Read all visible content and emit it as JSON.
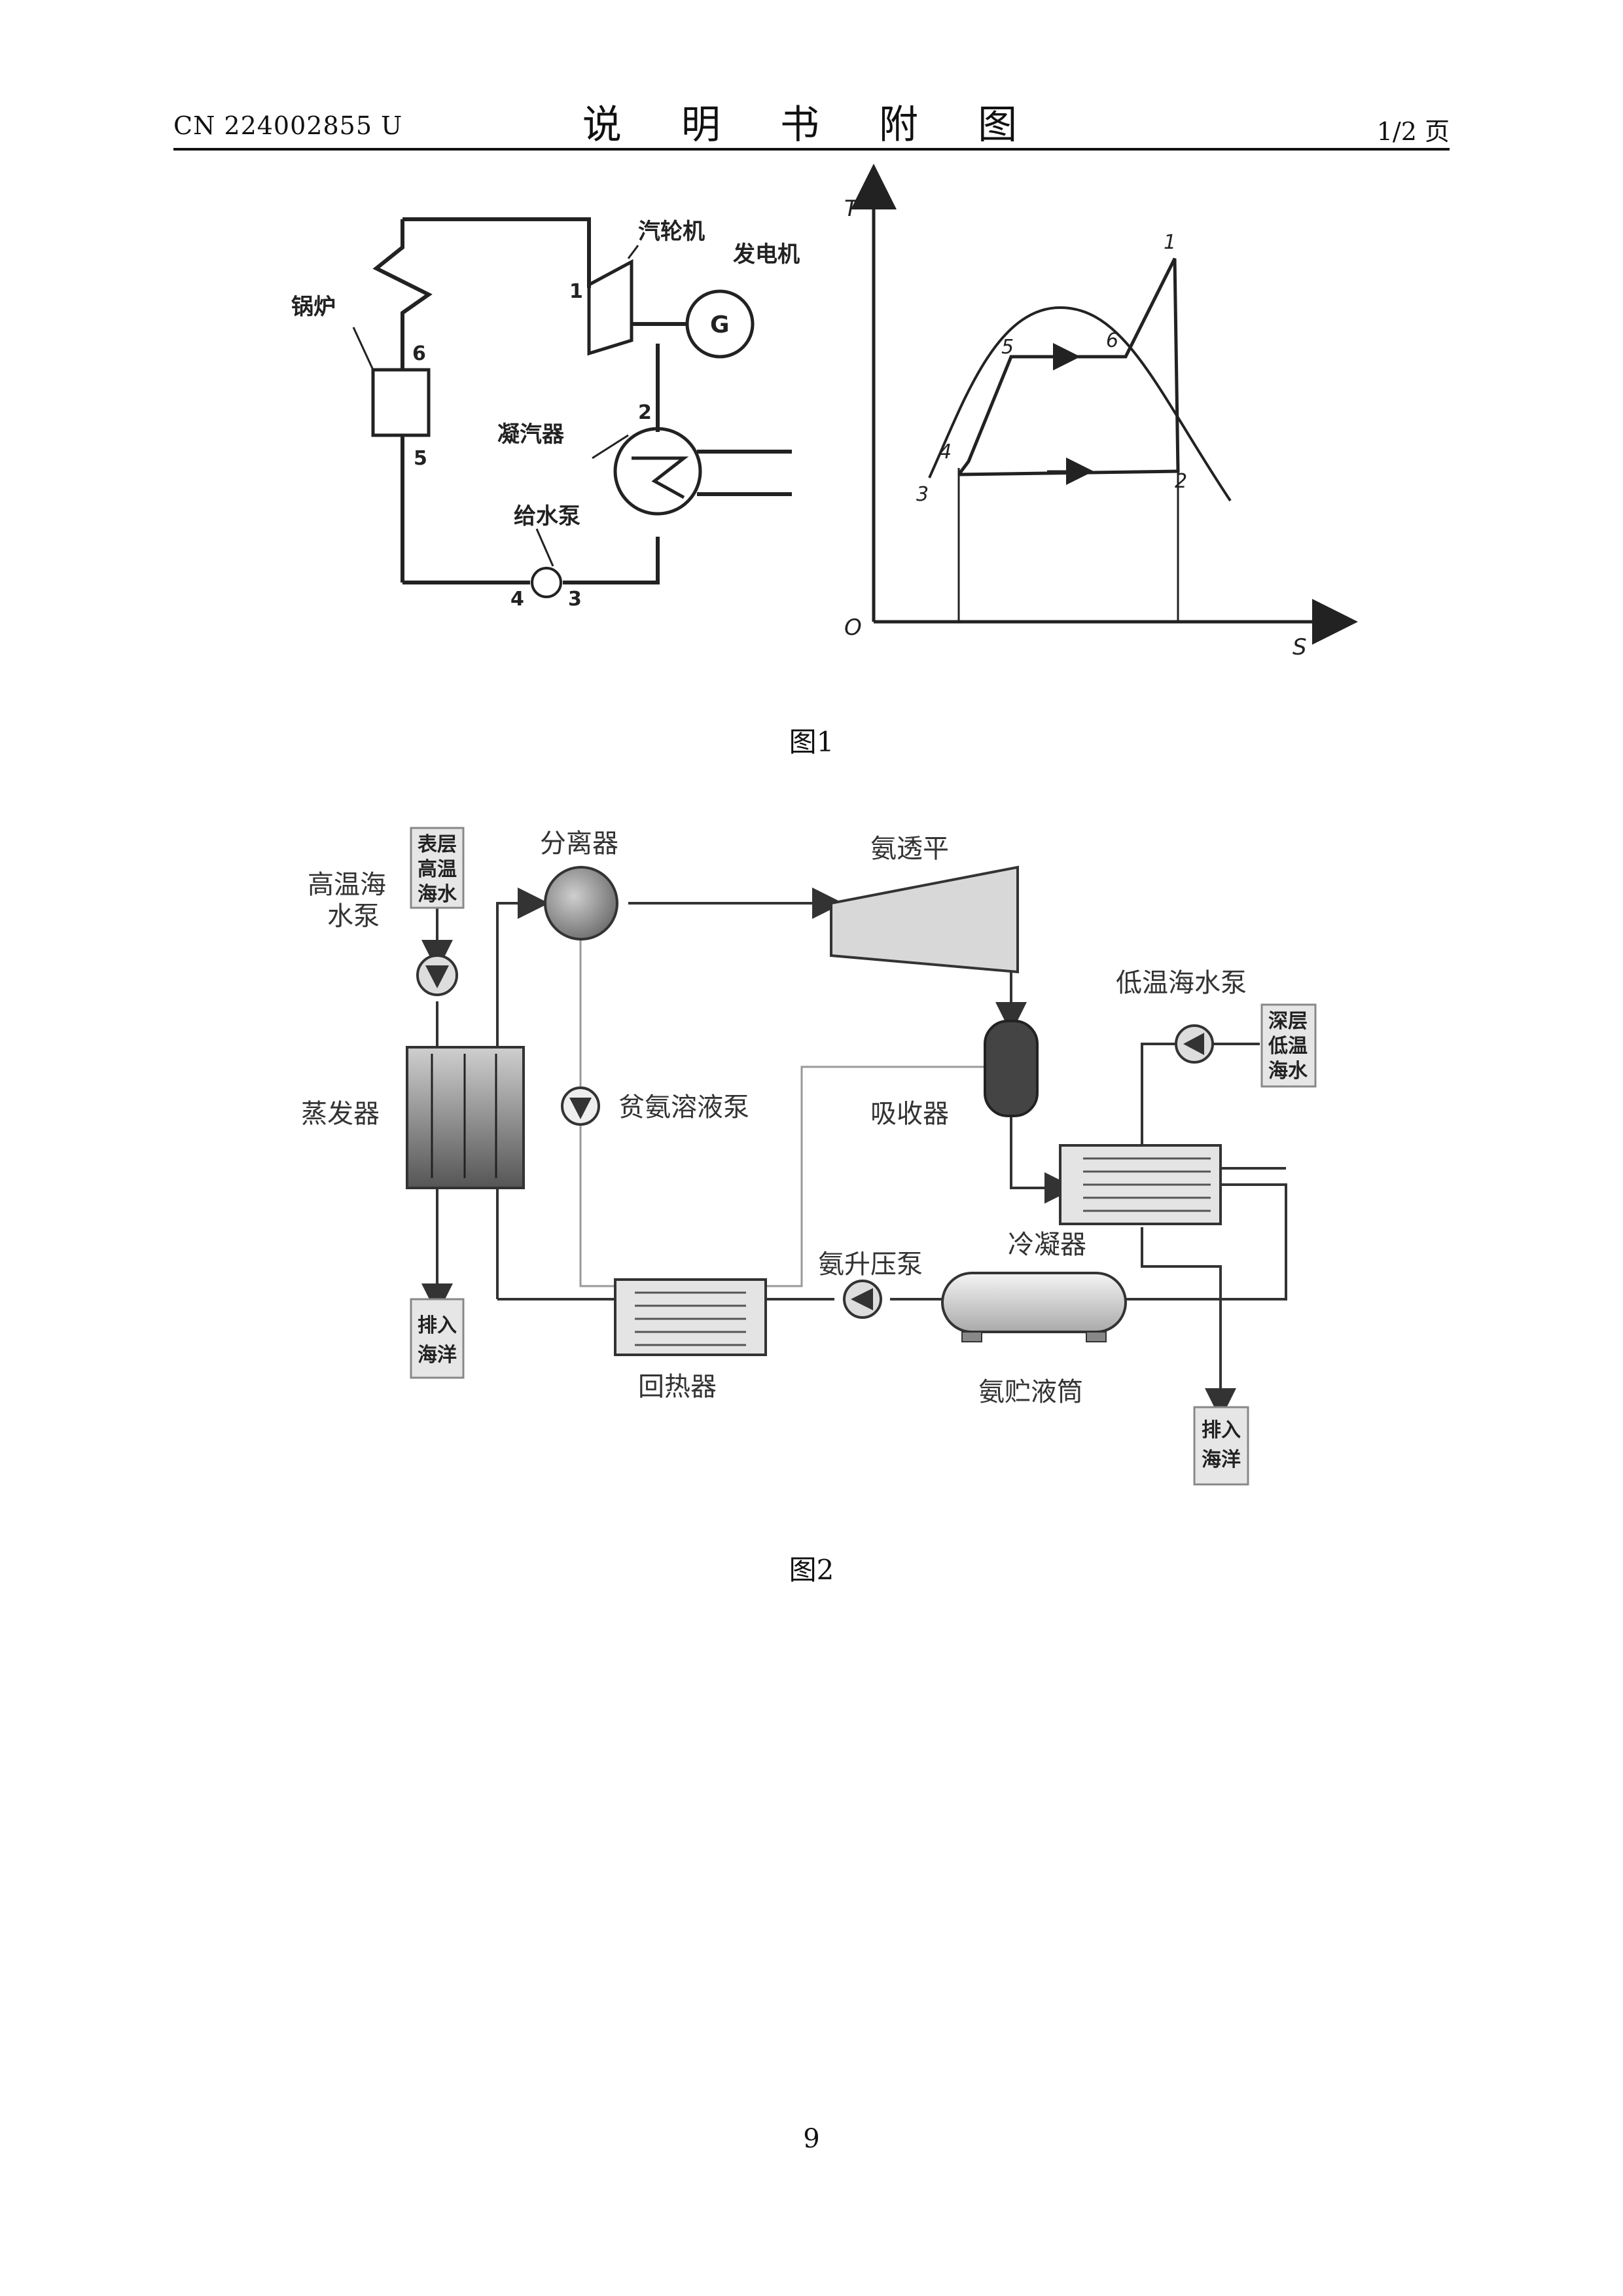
{
  "header": {
    "doc_number": "CN 224002855 U",
    "title": "说 明 书 附 图",
    "page_of": "1/2 页"
  },
  "figure1": {
    "caption": "图1",
    "cycle": {
      "boiler": "锅炉",
      "turbine": "汽轮机",
      "generator": "发电机",
      "generator_symbol": "G",
      "condenser": "凝汽器",
      "feed_pump": "给水泵",
      "points": [
        "1",
        "2",
        "3",
        "4",
        "5",
        "6"
      ]
    },
    "ts_diagram": {
      "y_axis": "T",
      "x_axis": "S",
      "origin": "O",
      "points": [
        "1",
        "2",
        "3",
        "4",
        "5",
        "6"
      ]
    }
  },
  "figure2": {
    "caption": "图2",
    "labels": {
      "hot_pump": "高温海水泵",
      "hot_pump_l1": "高温海",
      "hot_pump_l2": "水泵",
      "surface_water_l1": "表层",
      "surface_water_l2": "高温",
      "surface_water_l3": "海水",
      "separator": "分离器",
      "turbine": "氨透平",
      "evaporator": "蒸发器",
      "lean_pump": "贫氨溶液泵",
      "absorber": "吸收器",
      "cold_pump": "低温海水泵",
      "deep_water_l1": "深层",
      "deep_water_l2": "低温",
      "deep_water_l3": "海水",
      "condenser": "冷凝器",
      "booster_pump": "氨升压泵",
      "regenerator": "回热器",
      "tank": "氨贮液筒",
      "drain_left_l1": "排入",
      "drain_left_l2": "海洋",
      "drain_right_l1": "排入",
      "drain_right_l2": "海洋"
    }
  },
  "page_number": "9"
}
